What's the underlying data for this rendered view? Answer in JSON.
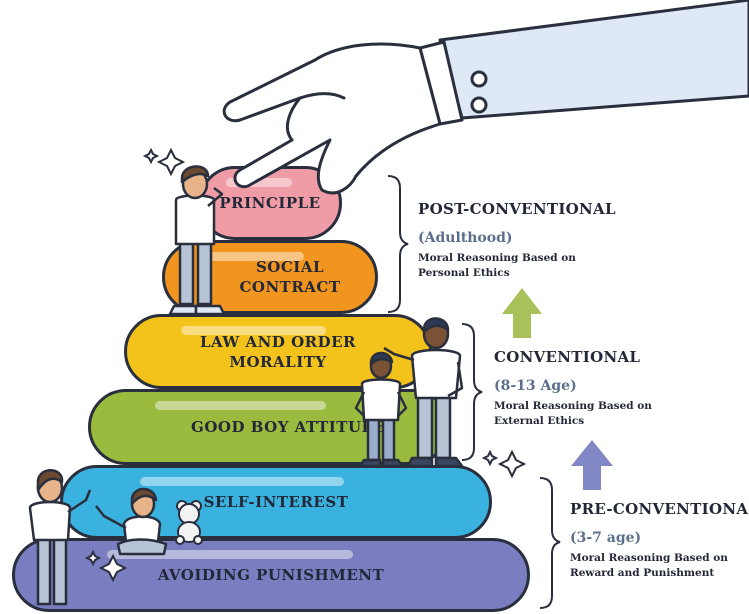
{
  "pyramid": {
    "levels": [
      {
        "label": "AVOIDING PUNISHMENT",
        "color": "#7a7ec0"
      },
      {
        "label": "SELF-INTEREST",
        "color": "#3ab2df"
      },
      {
        "label": "GOOD BOY ATTITUDE",
        "color": "#9bbb3e"
      },
      {
        "label": "LAW AND ORDER\nMORALITY",
        "color": "#f3c21b"
      },
      {
        "label": "SOCIAL\nCONTRACT",
        "color": "#f2951f"
      },
      {
        "label": "PRINCIPLE",
        "color": "#ef9ca6"
      }
    ]
  },
  "stages": {
    "post": {
      "title": "POST-CONVENTIONAL",
      "age": "(Adulthood)",
      "description": "Moral Reasoning Based on Personal Ethics",
      "arrow_color": "#a9c15a"
    },
    "conventional": {
      "title": "CONVENTIONAL",
      "age": "(8-13 Age)",
      "description": "Moral Reasoning Based on External Ethics",
      "arrow_color": "#8288c6"
    },
    "pre": {
      "title": "PRE-CONVENTIONAL",
      "age": "(3-7 age)",
      "description": "Moral Reasoning Based on Reward and Punishment"
    }
  },
  "colors": {
    "outline": "#2a2f3e",
    "text": "#232838",
    "age_text": "#5b6f8c",
    "sleeve": "#dfe8f5",
    "hand": "#ffffff",
    "skin": "#e7b48a",
    "hair": "#6b4a2f"
  },
  "icons": [
    "hand-icon",
    "sparkle-icon",
    "person-icon",
    "teddy-bear-icon",
    "arrow-up-icon",
    "bracket-icon"
  ]
}
